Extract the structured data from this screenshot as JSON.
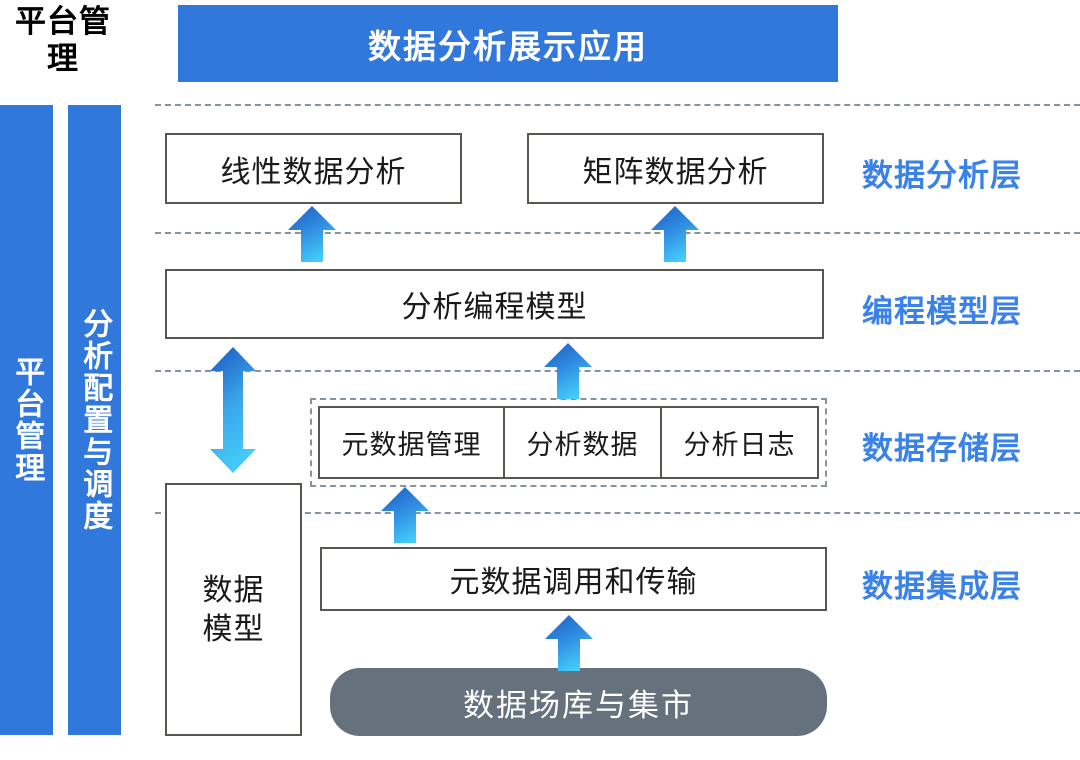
{
  "title": "数据分析展示应用",
  "heading": {
    "platform_management": "平台管理"
  },
  "side_bars": [
    {
      "id": "platform",
      "label": "平台管理"
    },
    {
      "id": "schedule",
      "label": "分析配置与调度"
    }
  ],
  "layers": [
    {
      "id": "analysis",
      "label": "数据分析层"
    },
    {
      "id": "programming",
      "label": "编程模型层"
    },
    {
      "id": "storage",
      "label": "数据存储层"
    },
    {
      "id": "integration",
      "label": "数据集成层"
    }
  ],
  "boxes": {
    "linear_analysis": "线性数据分析",
    "matrix_analysis": "矩阵数据分析",
    "programming_model": "分析编程模型",
    "data_model_line1": "数据",
    "data_model_line2": "模型",
    "metadata_transfer": "元数据调用和传输",
    "data_mart": "数据场库与集市"
  },
  "storage_cells": [
    {
      "label": "元数据管理"
    },
    {
      "label": "分析数据"
    },
    {
      "label": "分析日志"
    }
  ],
  "colors": {
    "brand_blue": "#3178dc",
    "layer_label_blue": "#3b82e8",
    "arrow_top": "#1f5fc4",
    "arrow_bottom": "#3fc9f7",
    "gray_pill": "#65727d",
    "box_border": "#595651",
    "dashed_line": "#8793a1"
  }
}
